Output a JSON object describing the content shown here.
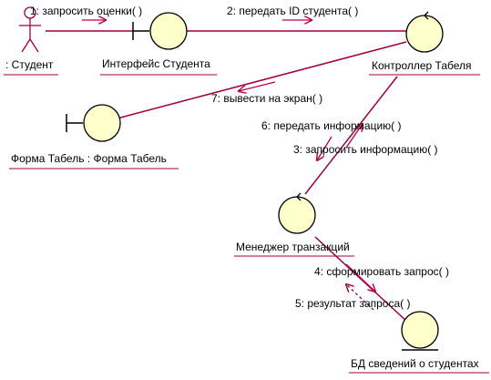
{
  "colors": {
    "ellipse_fill": "#ffffcc",
    "stroke": "#000000",
    "link": "#a0003c",
    "arrow": "#c0004a",
    "underline": "#a0003c",
    "background": "#ffffff"
  },
  "nodes": {
    "student": {
      "label": ": Студент",
      "kind": "actor"
    },
    "interface": {
      "label": "Интерфейс Студента",
      "kind": "boundary"
    },
    "controller": {
      "label": "Контроллер Табеля",
      "kind": "control"
    },
    "form": {
      "label": "Форма Табель : Форма Табель",
      "kind": "boundary"
    },
    "manager": {
      "label": "Менеджер транзакций",
      "kind": "control"
    },
    "db": {
      "label": "БД сведений о студентах",
      "kind": "entity"
    }
  },
  "messages": [
    {
      "label": "1: запросить оценки( )",
      "from": "student",
      "to": "interface"
    },
    {
      "label": "2: передать ID студента( )",
      "from": "interface",
      "to": "controller"
    },
    {
      "label": "7: вывести на экран( )",
      "from": "controller",
      "to": "form"
    },
    {
      "label": "6: передать информацию( )",
      "from": "manager",
      "to": "controller"
    },
    {
      "label": "3: запросить информацию( )",
      "from": "controller",
      "to": "manager"
    },
    {
      "label": "4: сформировать запрос( )",
      "from": "manager",
      "to": "db"
    },
    {
      "label": "5: результат запроса( )",
      "from": "db",
      "to": "manager"
    }
  ]
}
